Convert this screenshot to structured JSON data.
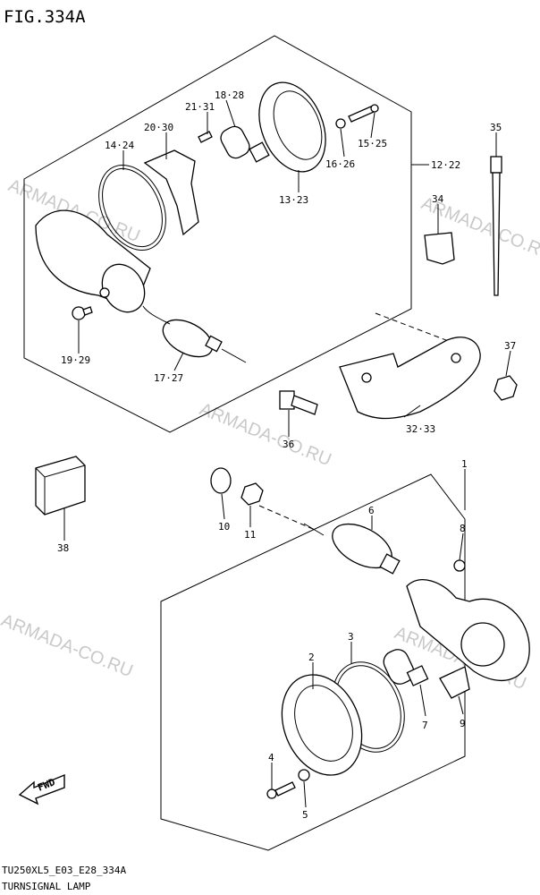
{
  "figure": {
    "title": "FIG.334A",
    "code": "TU250XL5_E03_E28_334A",
    "caption": "TURNSIGNAL LAMP"
  },
  "watermark": "ARMADA-CO.RU",
  "fwd_label": "FWD",
  "callouts": {
    "c_18_28": "18·28",
    "c_21_31": "21·31",
    "c_20_30": "20·30",
    "c_14_24": "14·24",
    "c_15_25": "15·25",
    "c_16_26": "16·26",
    "c_12_22": "12·22",
    "c_13_23": "13·23",
    "c_19_29": "19·29",
    "c_17_27": "17·27",
    "c_35": "35",
    "c_34": "34",
    "c_37": "37",
    "c_32_33": "32·33",
    "c_36": "36",
    "c_38": "38",
    "c_10": "10",
    "c_11": "11",
    "c_6": "6",
    "c_1": "1",
    "c_8": "8",
    "c_3": "3",
    "c_2": "2",
    "c_7": "7",
    "c_9": "9",
    "c_4": "4",
    "c_5": "5"
  }
}
